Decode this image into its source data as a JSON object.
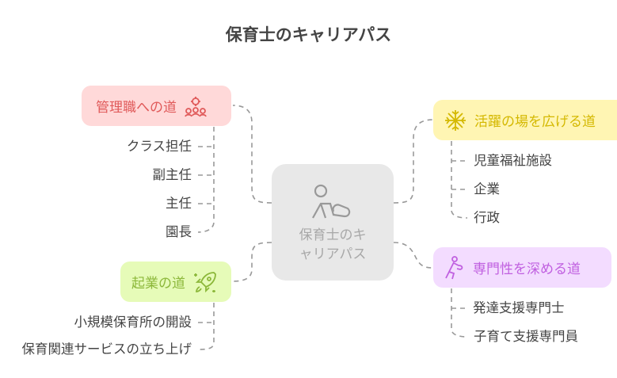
{
  "title": "保育士のキャリアパス",
  "center": {
    "line1": "保育士のキ",
    "line2": "ャリアパス",
    "icon": "child-playing-icon"
  },
  "branches": [
    {
      "label": "管理職への道",
      "icon": "management-team-icon",
      "bg": "#ffd9d9",
      "color": "#e05a5a",
      "items": [
        "クラス担任",
        "副主任",
        "主任",
        "園長"
      ]
    },
    {
      "label": "起業の道",
      "icon": "rocket-icon",
      "bg": "#e6fbb8",
      "color": "#8cb83a",
      "items": [
        "小規模保育所の開設",
        "保育関連サービスの立ち上げ"
      ]
    },
    {
      "label": "活躍の場を広げる道",
      "icon": "snowflake-icon",
      "bg": "#fff5b3",
      "color": "#d4b800",
      "items": [
        "児童福祉施設",
        "企業",
        "行政"
      ]
    },
    {
      "label": "専門性を深める道",
      "icon": "person-growth-icon",
      "bg": "#f3dcff",
      "color": "#c060e0",
      "items": [
        "発達支援専門士",
        "子育て支援専門員"
      ]
    }
  ]
}
